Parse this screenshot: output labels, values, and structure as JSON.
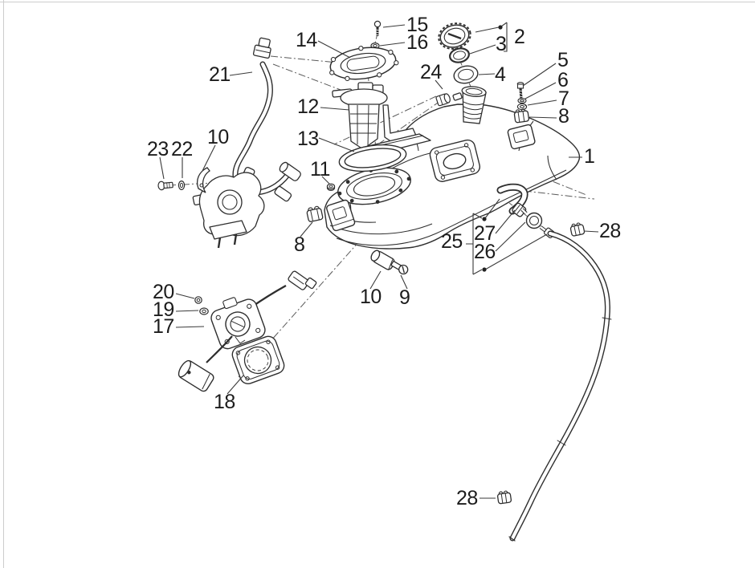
{
  "diagram": {
    "type": "exploded-parts-diagram",
    "subject": "fuel tank assembly"
  },
  "colors": {
    "line": "#2e2e2e",
    "leader": "#3a3a3a",
    "label": "#1c1c1c",
    "frame": "#cccccc",
    "background": "#ffffff"
  },
  "labels": {
    "c1": "1",
    "c2": "2",
    "c3": "3",
    "c4": "4",
    "c5": "5",
    "c6": "6",
    "c7": "7",
    "c8r": "8",
    "c8l": "8",
    "c9": "9",
    "c10u": "10",
    "c10l": "10",
    "c11": "11",
    "c12": "12",
    "c13": "13",
    "c14": "14",
    "c15": "15",
    "c16": "16",
    "c17": "17",
    "c18": "18",
    "c19": "19",
    "c20": "20",
    "c21": "21",
    "c22": "22",
    "c23": "23",
    "c24": "24",
    "c25": "25",
    "c26": "26",
    "c27": "27",
    "c28r": "28",
    "c28b": "28"
  }
}
